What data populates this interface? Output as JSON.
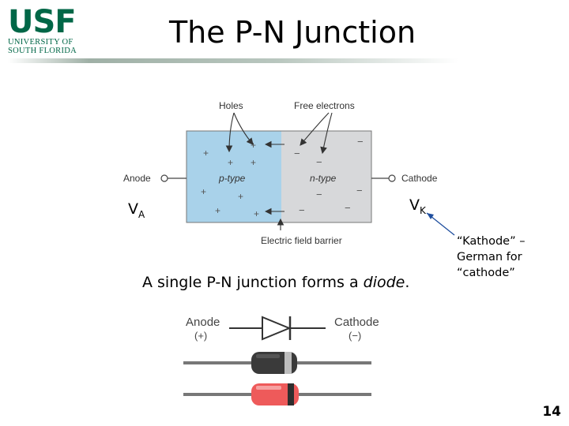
{
  "logo": {
    "abbr": "USF",
    "line1": "UNIVERSITY OF",
    "line2": "SOUTH FLORIDA",
    "brand_color": "#006747"
  },
  "slide": {
    "title": "The P-N Junction",
    "page_number": "14"
  },
  "junction_diagram": {
    "label_holes": "Holes",
    "label_free_electrons": "Free electrons",
    "label_anode": "Anode",
    "label_cathode": "Cathode",
    "label_p_type": "p-type",
    "label_n_type": "n-type",
    "label_barrier": "Electric field barrier",
    "p_color": "#a9d2ea",
    "n_color": "#d7d8da",
    "va_main": "V",
    "va_sub": "A",
    "vk_main": "V",
    "vk_sub": "K"
  },
  "caption": {
    "before": "A single P-N junction forms a ",
    "emph": "diode",
    "after": "."
  },
  "kathode_note": "“Kathode” – German for “cathode”",
  "symbol_diagram": {
    "anode": "Anode",
    "anode_sign": "(+)",
    "cathode": "Cathode",
    "cathode_sign": "(−)",
    "diode_dark_color": "#3a3a3a",
    "diode_red_color": "#ee5a5a"
  }
}
